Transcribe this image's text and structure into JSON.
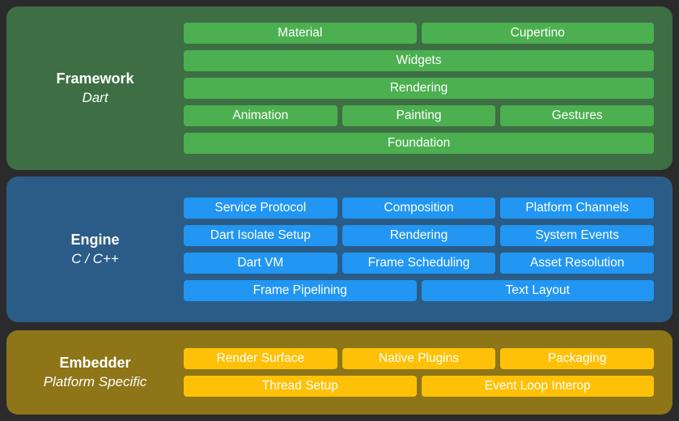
{
  "colors": {
    "page_background": "#2B2B2B",
    "text": "#FFFFFF"
  },
  "layers": [
    {
      "title": "Framework",
      "subtitle": "Dart",
      "panel_color": "#3D6E44",
      "chip_color": "#4CAF50",
      "chips": [
        {
          "label": "Material"
        },
        {
          "label": "Cupertino"
        },
        {
          "label": "Widgets"
        },
        {
          "label": "Rendering"
        },
        {
          "label": "Animation"
        },
        {
          "label": "Painting"
        },
        {
          "label": "Gestures"
        },
        {
          "label": "Foundation"
        }
      ]
    },
    {
      "title": "Engine",
      "subtitle": "C / C++",
      "panel_color": "#2B5C87",
      "chip_color": "#2196F3",
      "chips": [
        {
          "label": "Service Protocol"
        },
        {
          "label": "Composition"
        },
        {
          "label": "Platform Channels"
        },
        {
          "label": "Dart Isolate Setup"
        },
        {
          "label": "Rendering"
        },
        {
          "label": "System Events"
        },
        {
          "label": "Dart VM"
        },
        {
          "label": "Frame Scheduling"
        },
        {
          "label": "Asset Resolution"
        },
        {
          "label": "Frame Pipelining"
        },
        {
          "label": "Text Layout"
        }
      ]
    },
    {
      "title": "Embedder",
      "subtitle": "Platform Specific",
      "panel_color": "#8D7518",
      "chip_color": "#FFC107",
      "chips": [
        {
          "label": "Render Surface"
        },
        {
          "label": "Native Plugins"
        },
        {
          "label": "Packaging"
        },
        {
          "label": "Thread Setup"
        },
        {
          "label": "Event Loop Interop"
        }
      ]
    }
  ]
}
